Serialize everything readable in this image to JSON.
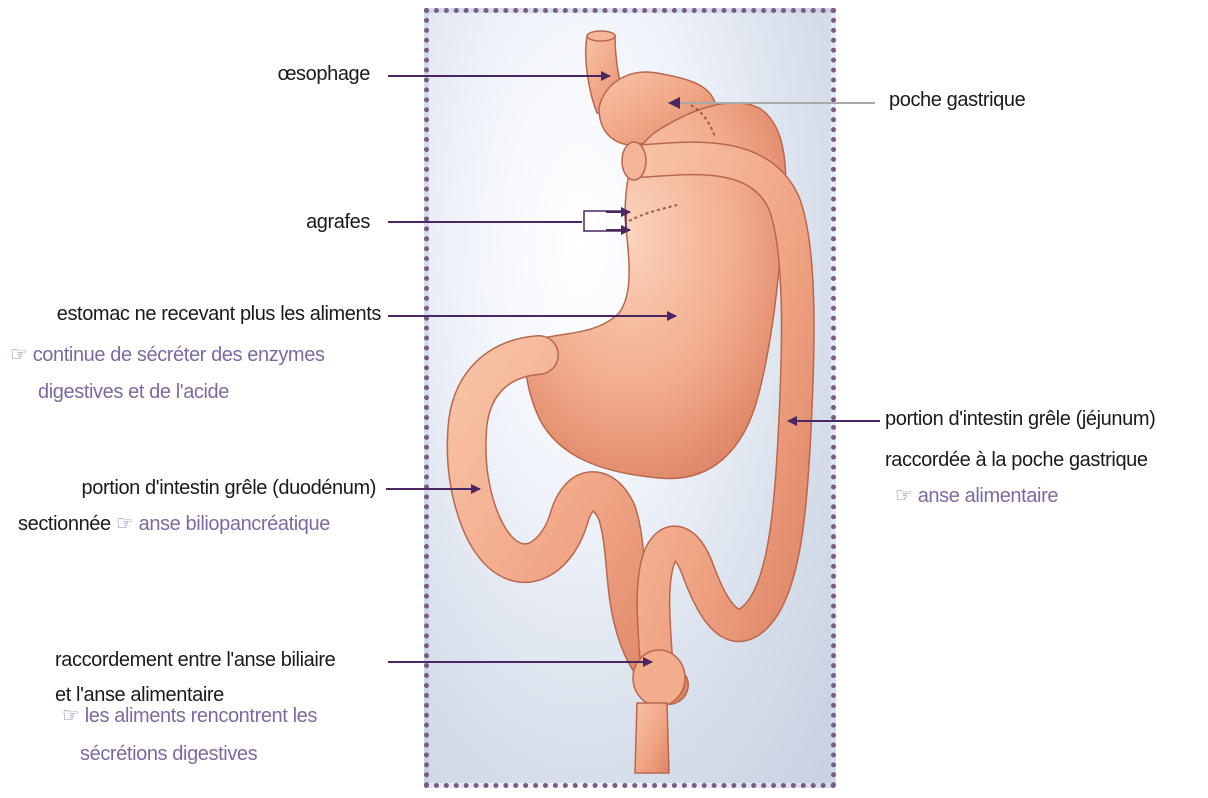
{
  "labels": {
    "oesophage": "œsophage",
    "poche_gastrique": "poche gastrique",
    "agrafes": "agrafes",
    "estomac_line1": "estomac ne recevant plus les aliments",
    "estomac_note_line1": "continue de sécréter des enzymes",
    "estomac_note_line2": "digestives et de l'acide",
    "duodenum_line1": "portion d'intestin grêle (duodénum)",
    "duodenum_line2": "sectionnée",
    "duodenum_note": "anse biliopancréatique",
    "jejunum_line1": "portion d'intestin grêle (jéjunum)",
    "jejunum_line2": "raccordée à la poche gastrique",
    "jejunum_note": "anse alimentaire",
    "raccord_line1": "raccordement entre l'anse biliaire",
    "raccord_line2": "et l'anse alimentaire",
    "raccord_note_line1": "les aliments rencontrent les",
    "raccord_note_line2": "sécrétions digestives"
  },
  "note_marker": "☞",
  "colors": {
    "arrow": "#4a2663",
    "note_text": "#7d6aa0",
    "panel_border": "#7b5a86",
    "organ": "#f0a989",
    "organ_outline": "#b8674c"
  }
}
